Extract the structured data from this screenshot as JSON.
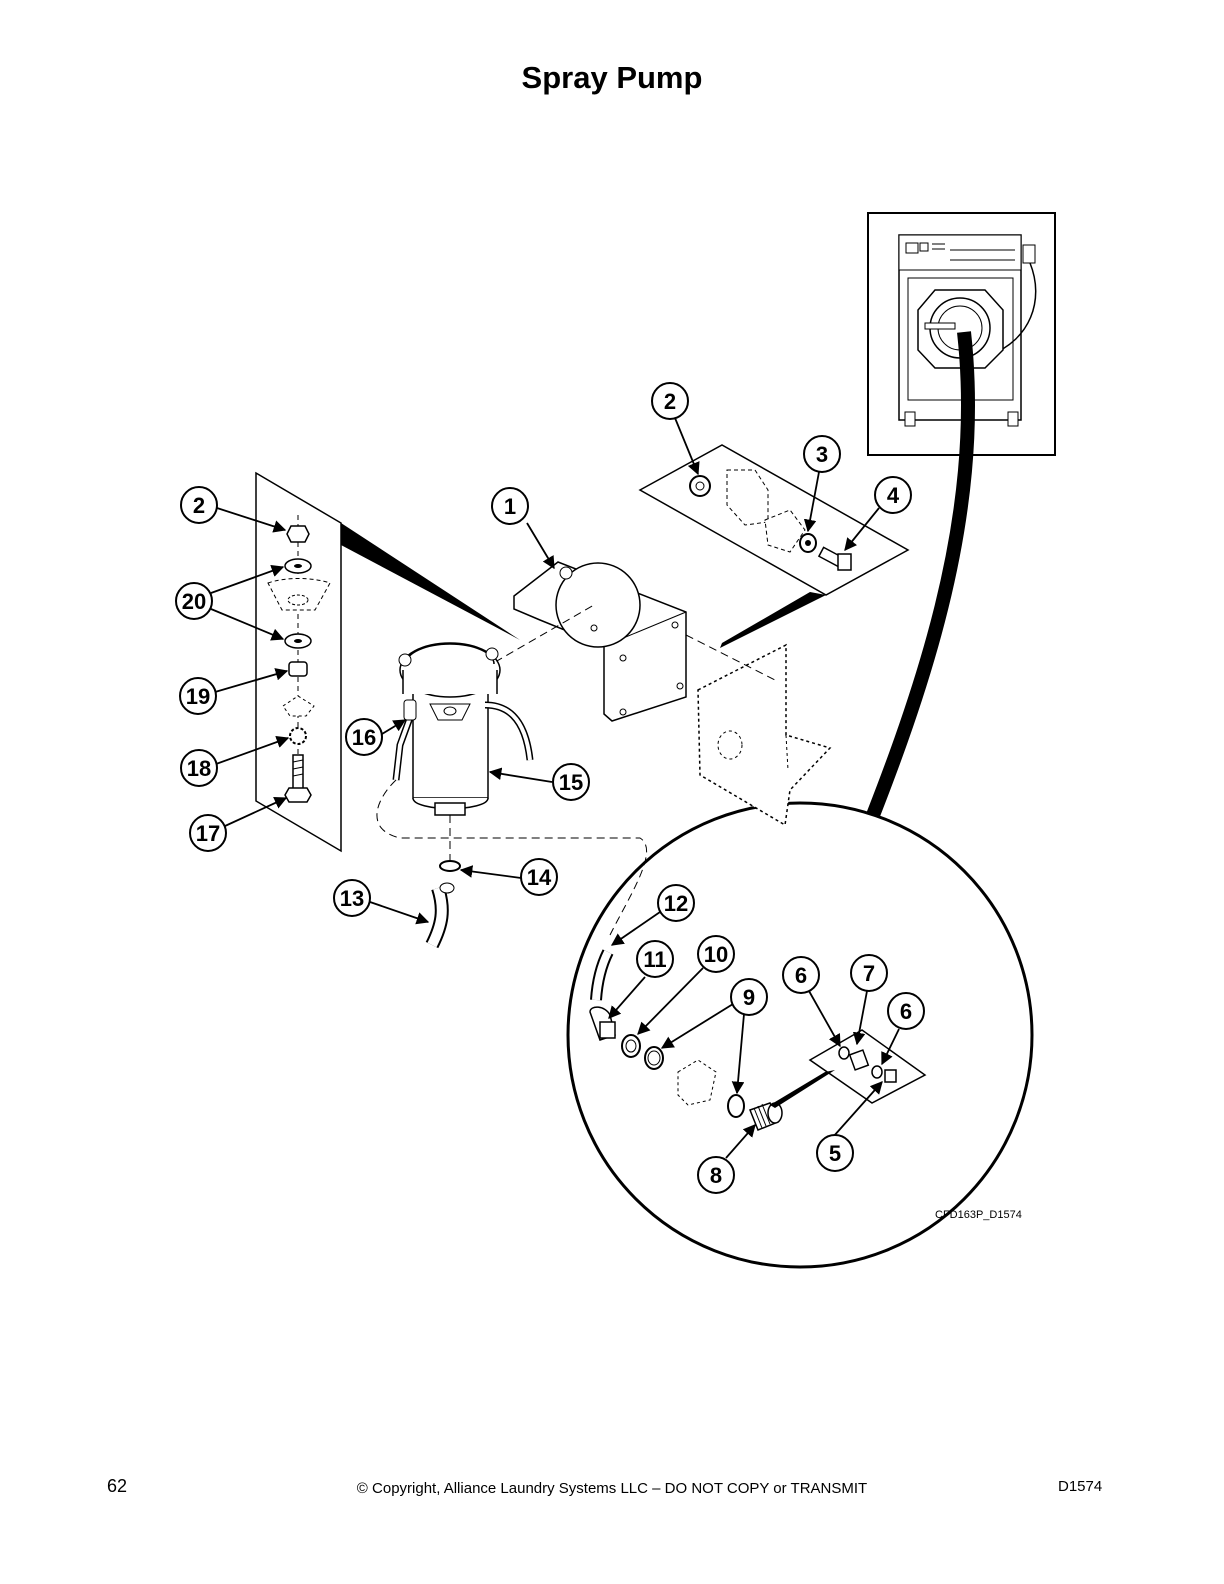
{
  "page": {
    "title": "Spray Pump",
    "drawing_ref": "CFD163P_D1574",
    "page_number": "62",
    "copyright": "© Copyright, Alliance Laundry Systems LLC – DO NOT COPY or TRANSMIT",
    "doc_id": "D1574"
  },
  "callouts": {
    "c1": "1",
    "c2a": "2",
    "c2b": "2",
    "c3": "3",
    "c4": "4",
    "c5": "5",
    "c6a": "6",
    "c6b": "6",
    "c7": "7",
    "c8": "8",
    "c9": "9",
    "c10": "10",
    "c11": "11",
    "c12": "12",
    "c13": "13",
    "c14": "14",
    "c15": "15",
    "c16": "16",
    "c17": "17",
    "c18": "18",
    "c19": "19",
    "c20": "20"
  }
}
